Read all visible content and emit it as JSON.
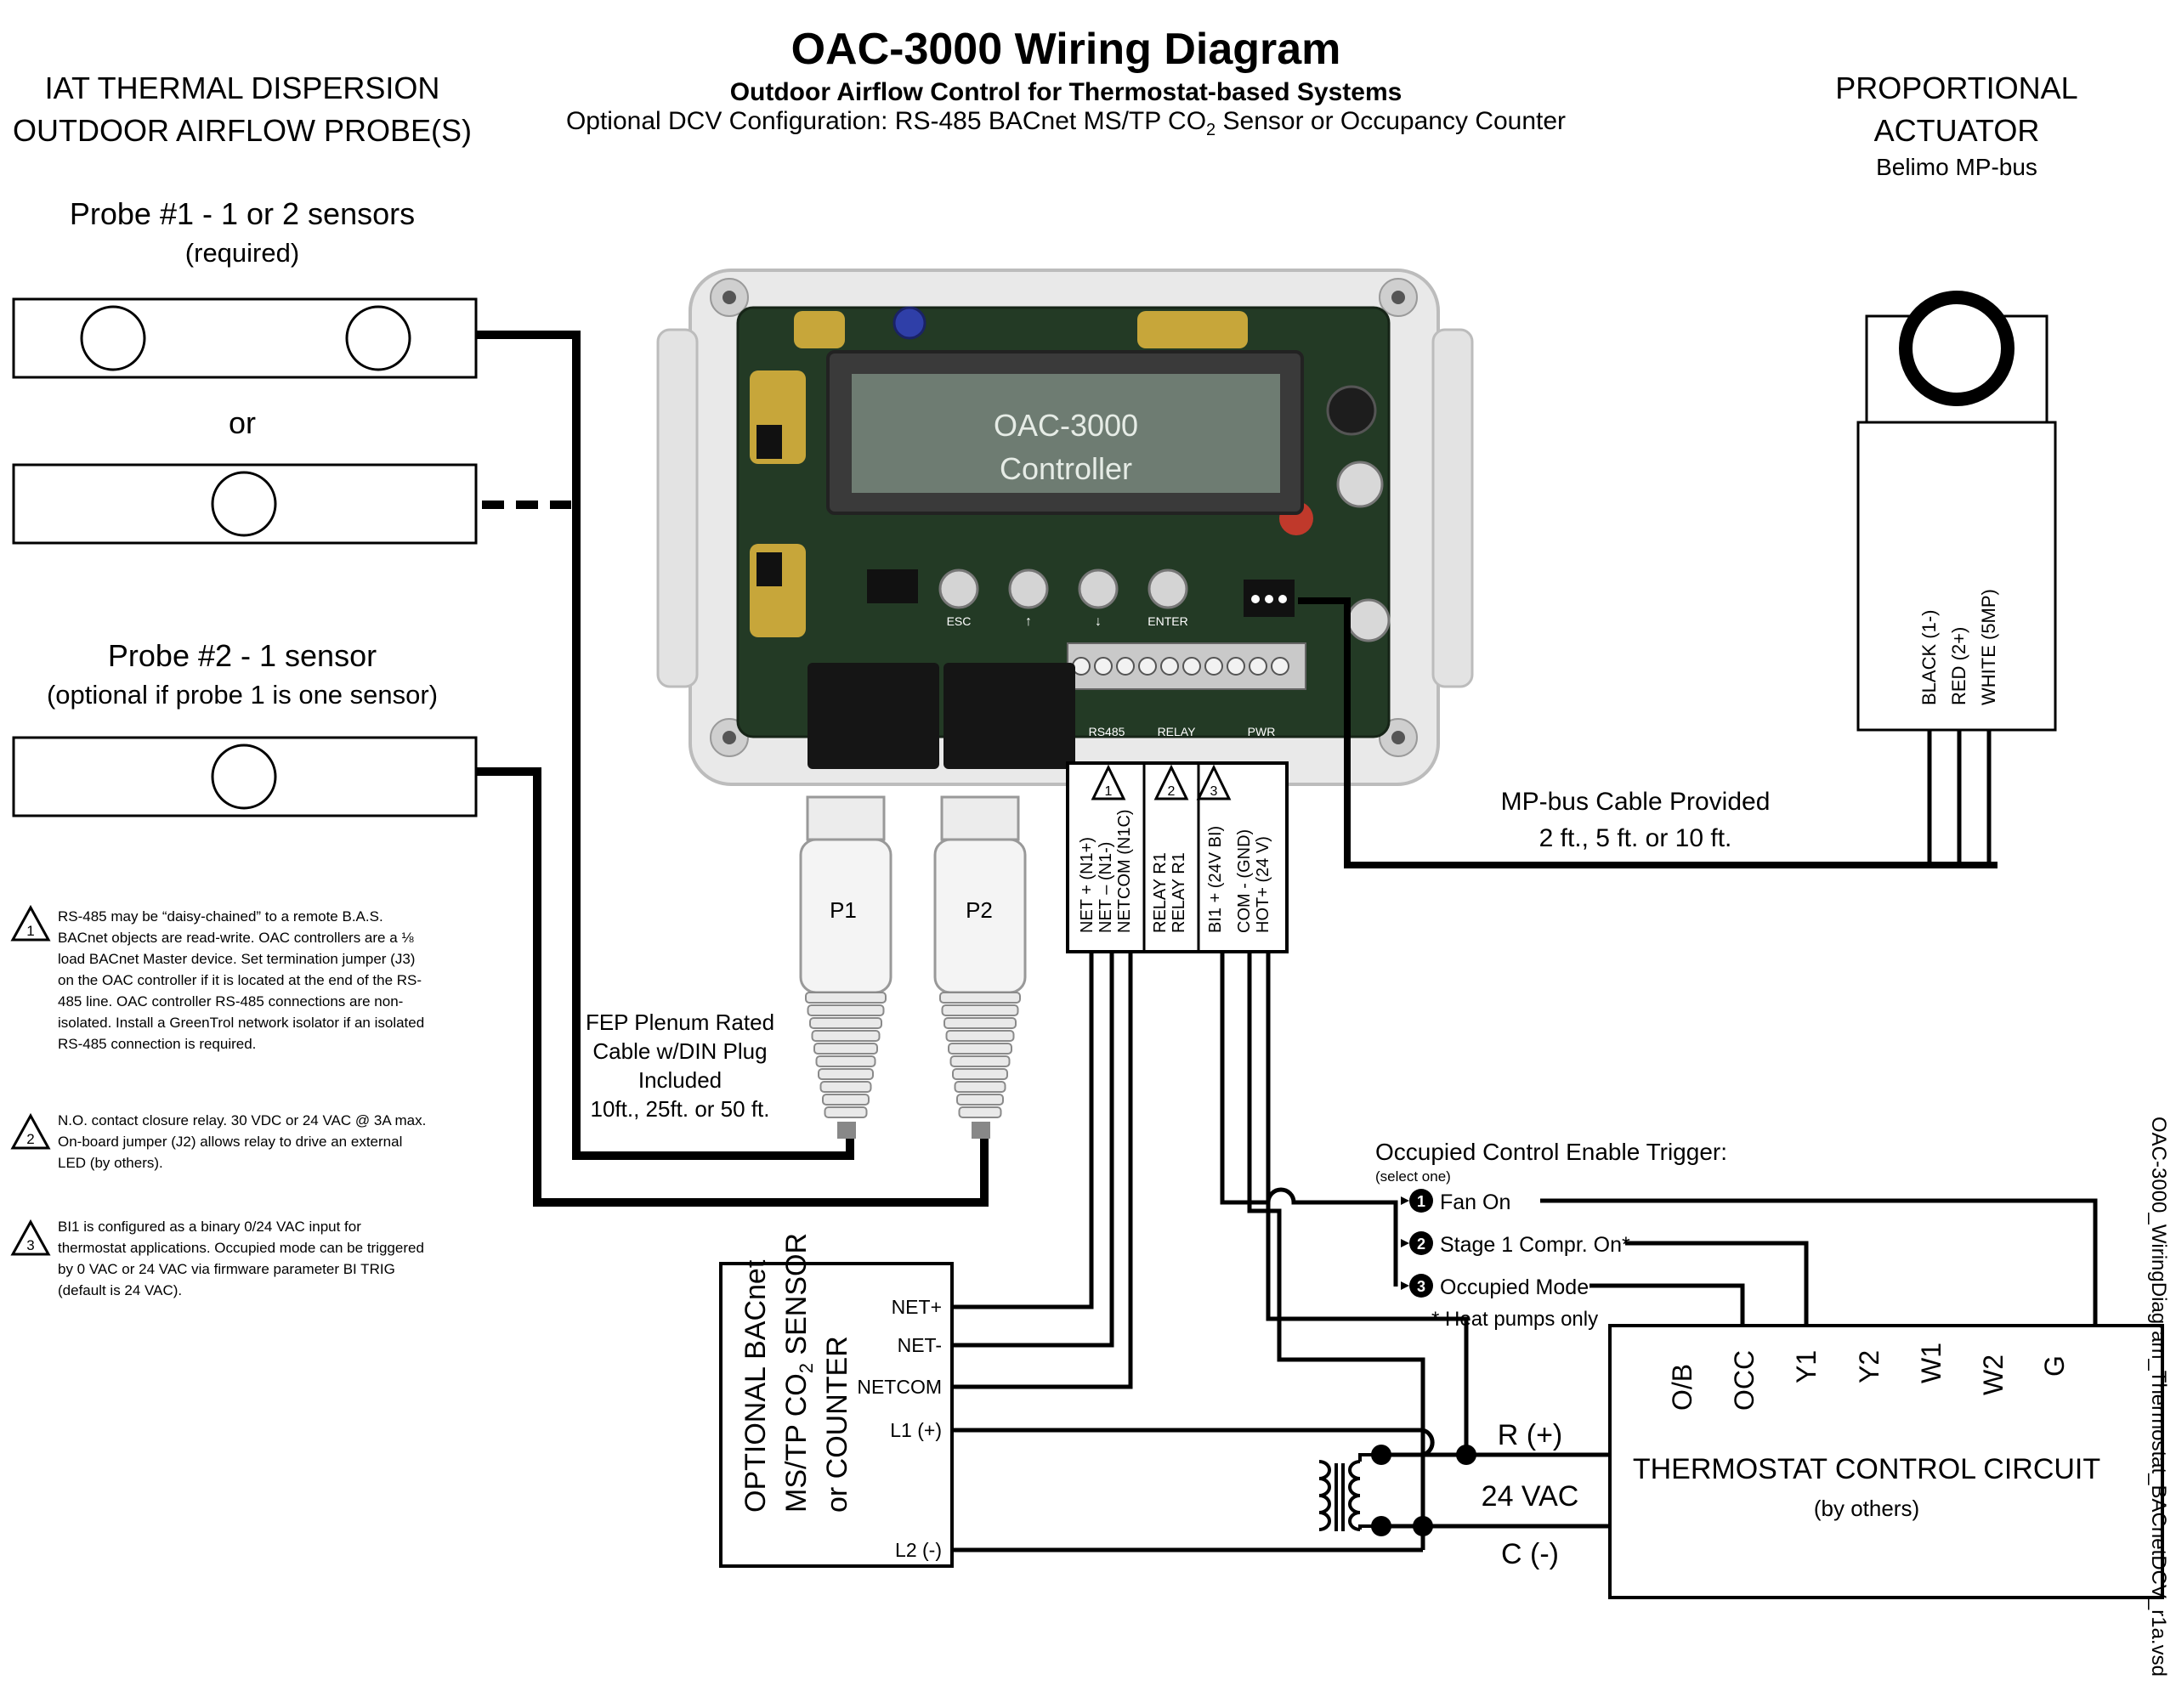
{
  "title": "OAC-3000 Wiring Diagram",
  "subtitle": "Outdoor Airflow Control for Thermostat-based Systems",
  "subtitle2_prefix": "Optional DCV Configuration: RS-485 BACnet MS/TP CO",
  "subtitle2_sub": "2",
  "subtitle2_suffix": " Sensor or Occupancy Counter",
  "probes": {
    "heading_line1": "IAT THERMAL DISPERSION",
    "heading_line2": "OUTDOOR AIRFLOW PROBE(S)",
    "probe1_label": "Probe #1 - 1 or 2 sensors",
    "probe1_note": "(required)",
    "or_label": "or",
    "probe2_label": "Probe #2 - 1 sensor",
    "probe2_note": "(optional if probe 1 is one sensor)"
  },
  "actuator": {
    "heading_line1": "PROPORTIONAL",
    "heading_line2": "ACTUATOR",
    "subheading": "Belimo MP-bus",
    "wire1": "BLACK (1-)",
    "wire2": "RED (2+)",
    "wire3": "WHITE (5MP)",
    "cable_line1": "MP-bus Cable Provided",
    "cable_line2": "2 ft., 5 ft. or 10 ft."
  },
  "controller": {
    "display_line1": "OAC-3000",
    "display_line2": "Controller",
    "buttons": [
      "ESC",
      "↑",
      "↓",
      "ENTER"
    ],
    "terminal_groups": [
      "RS485",
      "RELAY",
      "PWR"
    ]
  },
  "plugs": {
    "p1": "P1",
    "p2": "P2",
    "cable_line1": "FEP Plenum Rated",
    "cable_line2": "Cable w/DIN Plug",
    "cable_line3": "Included",
    "cable_line4": "10ft., 25ft. or 50 ft."
  },
  "terminal_block": {
    "badges": [
      "1",
      "2",
      "3"
    ],
    "labels": [
      "NET + (N1+)",
      "NET – (N1-)",
      "NETCOM (N1C)",
      "RELAY R1",
      "RELAY R1",
      "BI1 + (24V BI)",
      "COM - (GND)",
      "HOT+ (24 V)"
    ]
  },
  "notes": [
    {
      "num": "1",
      "text": "RS-485 may be “daisy-chained” to a remote B.A.S. BACnet objects are read-write.  OAC controllers are a ⅛ load BACnet Master device.  Set termination jumper (J3) on the OAC controller if it is located at the end of the RS-485 line.  OAC controller RS-485 connections are non-isolated.  Install a GreenTrol network isolator if an isolated RS-485 connection is required."
    },
    {
      "num": "2",
      "text": "N.O. contact closure relay.  30 VDC or 24 VAC @ 3A max.  On-board jumper (J2) allows relay to drive an external LED (by others)."
    },
    {
      "num": "3",
      "text": "BI1 is configured as a binary 0/24 VAC input for thermostat applications.  Occupied mode can be triggered by 0 VAC or 24 VAC via firmware parameter BI TRIG (default is 24 VAC)."
    }
  ],
  "sensor": {
    "title_line1": "OPTIONAL BACnet",
    "title_line2_prefix": "MS/TP CO",
    "title_line2_sub": "2",
    "title_line2_suffix": " SENSOR",
    "title_line3": "or COUNTER",
    "terminals": [
      "NET+",
      "NET-",
      "NETCOM",
      "L1 (+)",
      "L2 (-)"
    ]
  },
  "trigger": {
    "title": "Occupied Control Enable Trigger:",
    "note": "(select one)",
    "options": [
      {
        "num": "1",
        "label": "Fan On"
      },
      {
        "num": "2",
        "label": "Stage 1 Compr. On*"
      },
      {
        "num": "3",
        "label": "Occupied Mode"
      }
    ],
    "footnote": "* Heat pumps only"
  },
  "power": {
    "r_label": "R (+)",
    "vac_label": "24 VAC",
    "c_label": "C (-)"
  },
  "thermostat": {
    "terminals": [
      "O/B",
      "OCC",
      "Y1",
      "Y2",
      "W1",
      "W2",
      "G"
    ],
    "title": "THERMOSTAT CONTROL CIRCUIT",
    "subtitle": "(by others)"
  },
  "filename": "OAC-3000_WiringDiagram_Thermostat_BACnetDCV_r1a.vsd"
}
